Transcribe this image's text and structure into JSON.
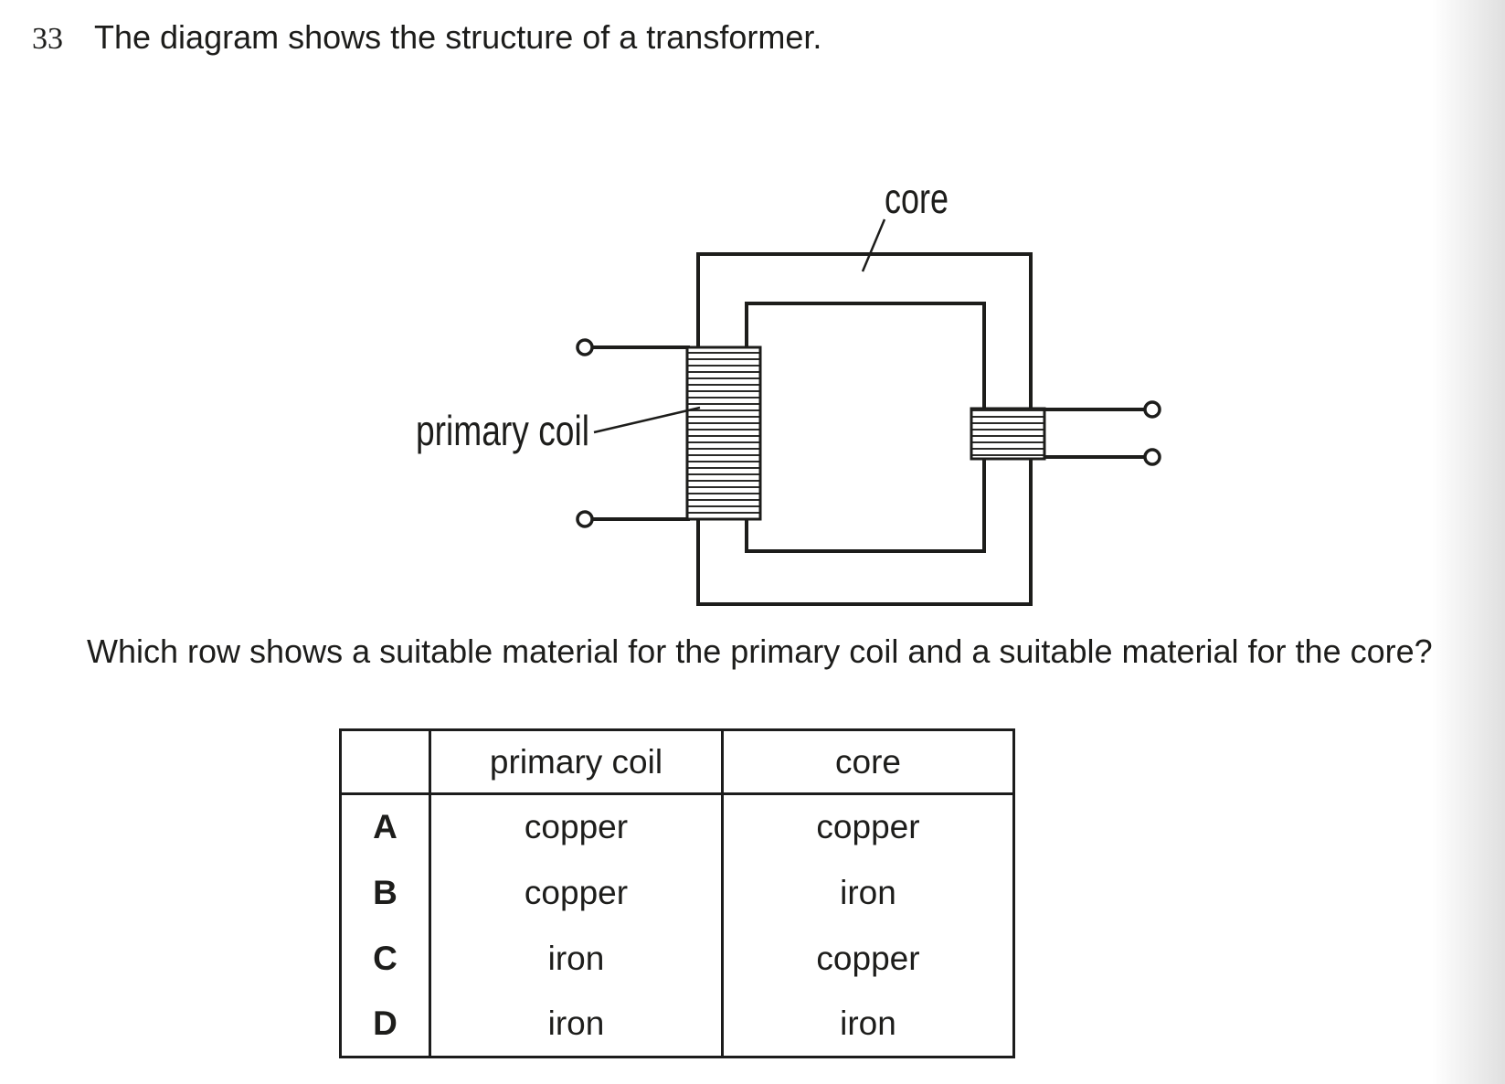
{
  "question": {
    "number": "33",
    "text": "The diagram shows the structure of a transformer.",
    "prompt": "Which row shows a suitable material for the primary coil and a suitable material for the core?"
  },
  "diagram": {
    "labels": {
      "core": "core",
      "primary_coil": "primary coil"
    }
  },
  "table": {
    "headers": {
      "option": "",
      "primary_coil": "primary coil",
      "core": "core"
    },
    "rows": [
      {
        "option": "A",
        "primary_coil": "copper",
        "core": "copper"
      },
      {
        "option": "B",
        "primary_coil": "copper",
        "core": "iron"
      },
      {
        "option": "C",
        "primary_coil": "iron",
        "core": "copper"
      },
      {
        "option": "D",
        "primary_coil": "iron",
        "core": "iron"
      }
    ]
  },
  "colors": {
    "ink": "#1d1d1b",
    "background": "#ffffff"
  }
}
